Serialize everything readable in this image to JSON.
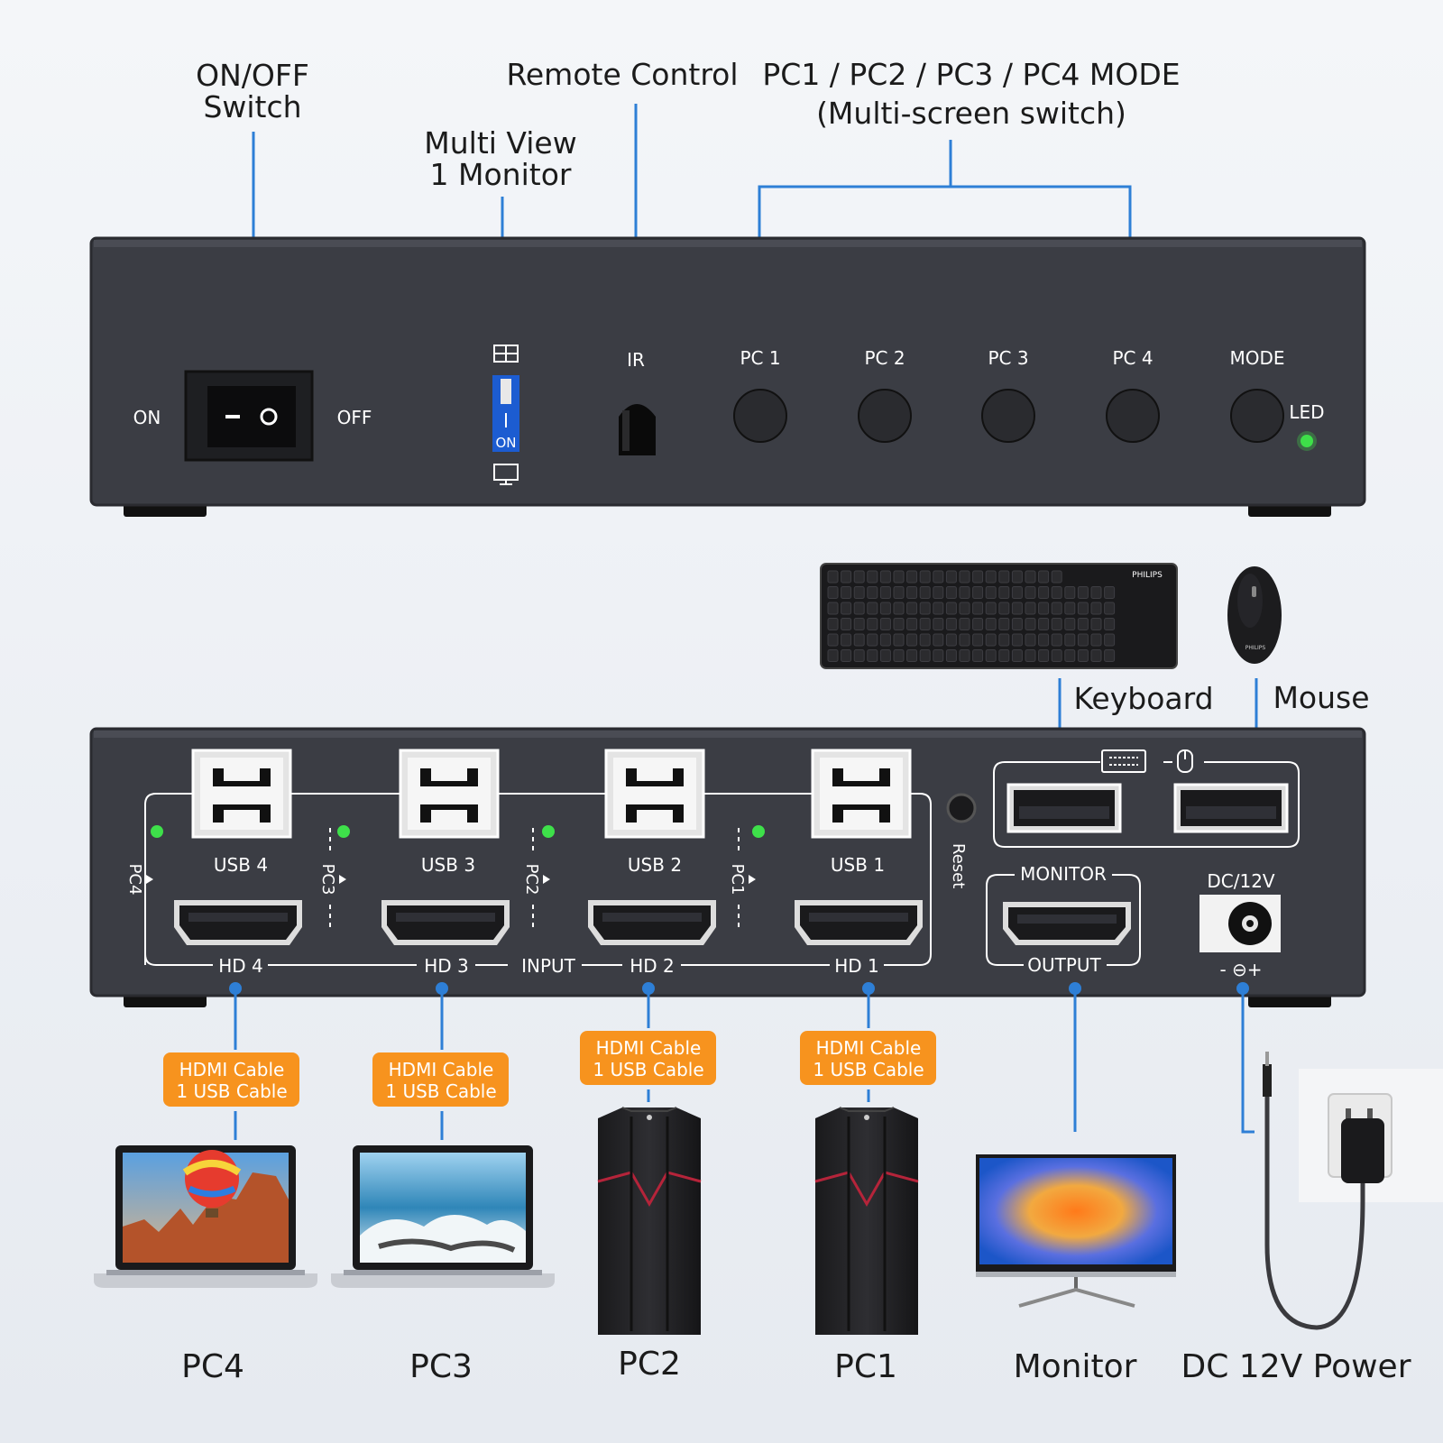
{
  "callouts": {
    "onoff_line1": "ON/OFF",
    "onoff_line2": "Switch",
    "multiview_line1": "Multi View",
    "multiview_line2": "1 Monitor",
    "remote": "Remote Control",
    "mode_line1": "PC1 / PC2 / PC3 / PC4 MODE",
    "mode_line2": "(Multi-screen switch)"
  },
  "front_panel": {
    "on_label": "ON",
    "off_label": "OFF",
    "dip_on_label": "ON",
    "ir_label": "IR",
    "buttons": [
      "PC 1",
      "PC 2",
      "PC 3",
      "PC 4",
      "MODE"
    ],
    "led_label": "LED"
  },
  "peripherals": {
    "keyboard_label": "Keyboard",
    "mouse_label": "Mouse",
    "keyboard_brand": "PHILIPS",
    "mouse_brand": "PHILIPS"
  },
  "back_panel": {
    "usb_ports": [
      "USB 4",
      "USB 3",
      "USB 2",
      "USB 1"
    ],
    "hdmi_ports": [
      "HD 4",
      "HD 3",
      "HD 2",
      "HD 1"
    ],
    "input_label": "INPUT",
    "side_labels": [
      "PC4",
      "PC3",
      "PC2",
      "PC1"
    ],
    "reset_label": "Reset",
    "monitor_label": "MONITOR",
    "output_label": "OUTPUT",
    "dc_label": "DC/12V",
    "polarity": "- ⊖+"
  },
  "cables": {
    "line1": "HDMI Cable",
    "line2": "1 USB Cable"
  },
  "devices": [
    "PC4",
    "PC3",
    "PC2",
    "PC1",
    "Monitor",
    "DC 12V Power"
  ],
  "colors": {
    "panel": "#3b3d44",
    "accent_blue": "#2e7fd6",
    "badge_orange": "#f7931e",
    "led_green": "#3ee04a"
  }
}
